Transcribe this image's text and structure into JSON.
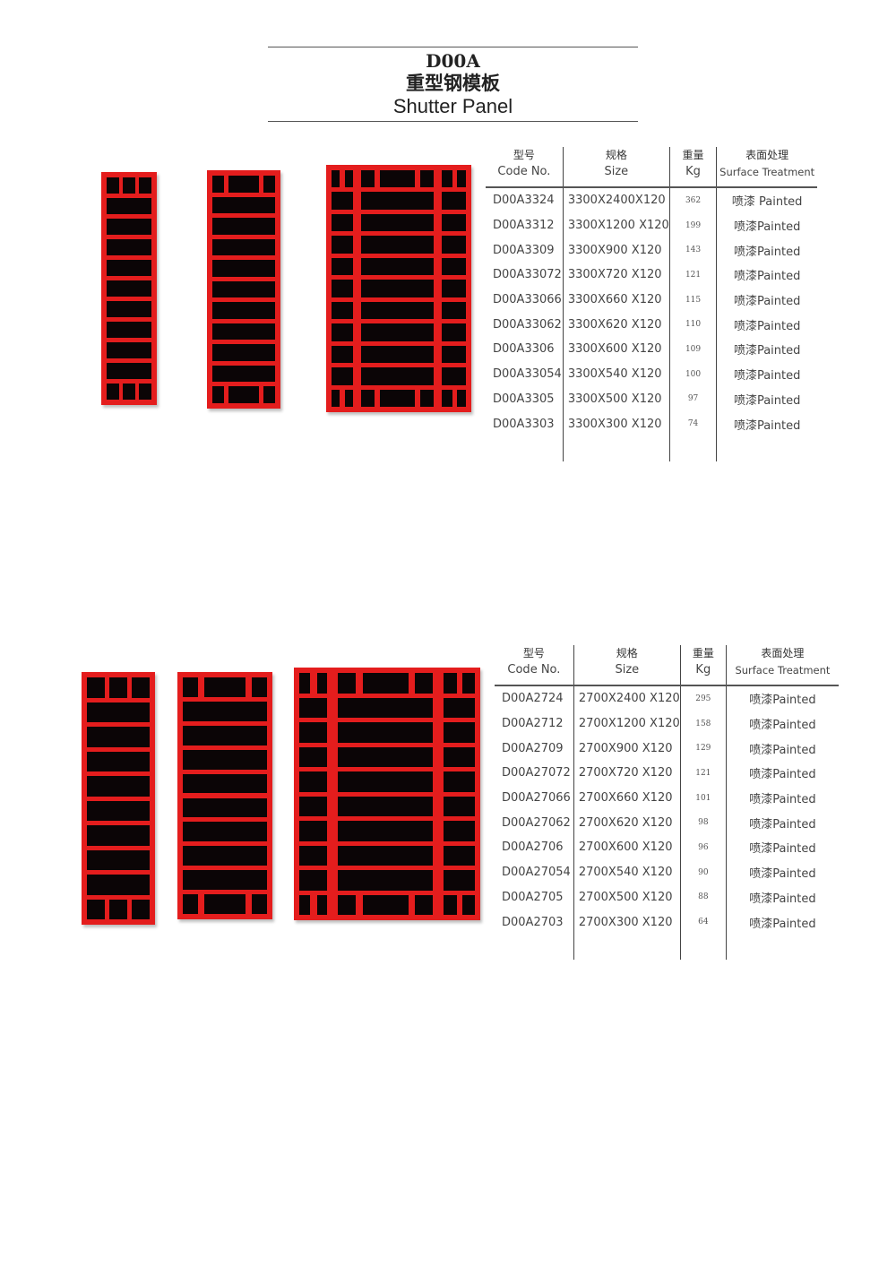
{
  "header": {
    "code": "D00A",
    "title_cn": "重型钢模板",
    "title_en": "Shutter Panel"
  },
  "columns": {
    "code": {
      "cn": "型号",
      "en": "Code No."
    },
    "size": {
      "cn": "规格",
      "en": "Size"
    },
    "kg": {
      "cn": "重量",
      "en": "Kg"
    },
    "treatment": {
      "cn": "表面处理",
      "en": "Surface Treatment"
    }
  },
  "colors": {
    "panel_frame": "#e41d1d",
    "panel_face": "#0b0506"
  },
  "tables": [
    {
      "rows": [
        {
          "code": "D00A3324",
          "size": "3300X2400X120",
          "kg": "362",
          "treatment": "喷漆 Painted"
        },
        {
          "code": "D00A3312",
          "size": "3300X1200 X120",
          "kg": "199",
          "treatment": "喷漆Painted"
        },
        {
          "code": "D00A3309",
          "size": "3300X900 X120",
          "kg": "143",
          "treatment": "喷漆Painted"
        },
        {
          "code": "D00A33072",
          "size": "3300X720 X120",
          "kg": "121",
          "treatment": "喷漆Painted"
        },
        {
          "code": "D00A33066",
          "size": "3300X660 X120",
          "kg": "115",
          "treatment": "喷漆Painted"
        },
        {
          "code": "D00A33062",
          "size": "3300X620 X120",
          "kg": "110",
          "treatment": "喷漆Painted"
        },
        {
          "code": "D00A3306",
          "size": "3300X600 X120",
          "kg": "109",
          "treatment": "喷漆Painted"
        },
        {
          "code": "D00A33054",
          "size": "3300X540 X120",
          "kg": "100",
          "treatment": "喷漆Painted"
        },
        {
          "code": "D00A3305",
          "size": "3300X500 X120",
          "kg": "97",
          "treatment": "喷漆Painted"
        },
        {
          "code": "D00A3303",
          "size": "3300X300 X120",
          "kg": "74",
          "treatment": "喷漆Painted"
        }
      ]
    },
    {
      "rows": [
        {
          "code": "D00A2724",
          "size": "2700X2400 X120",
          "kg": "295",
          "treatment": "喷漆Painted"
        },
        {
          "code": "D00A2712",
          "size": "2700X1200 X120",
          "kg": "158",
          "treatment": "喷漆Painted"
        },
        {
          "code": "D00A2709",
          "size": "2700X900 X120",
          "kg": "129",
          "treatment": "喷漆Painted"
        },
        {
          "code": "D00A27072",
          "size": "2700X720 X120",
          "kg": "121",
          "treatment": "喷漆Painted"
        },
        {
          "code": "D00A27066",
          "size": "2700X660 X120",
          "kg": "101",
          "treatment": "喷漆Painted"
        },
        {
          "code": "D00A27062",
          "size": "2700X620 X120",
          "kg": "98",
          "treatment": "喷漆Painted"
        },
        {
          "code": "D00A2706",
          "size": "2700X600 X120",
          "kg": "96",
          "treatment": "喷漆Painted"
        },
        {
          "code": "D00A27054",
          "size": "2700X540 X120",
          "kg": "90",
          "treatment": "喷漆Painted"
        },
        {
          "code": "D00A2705",
          "size": "2700X500 X120",
          "kg": "88",
          "treatment": "喷漆Painted"
        },
        {
          "code": "D00A2703",
          "size": "2700X300 X120",
          "kg": "64",
          "treatment": "喷漆Painted"
        }
      ]
    }
  ],
  "images": [
    {
      "label": "3300 series shutter panels (narrow, medium, wide)"
    },
    {
      "label": "2700 series shutter panels (narrow, medium, wide)"
    }
  ]
}
